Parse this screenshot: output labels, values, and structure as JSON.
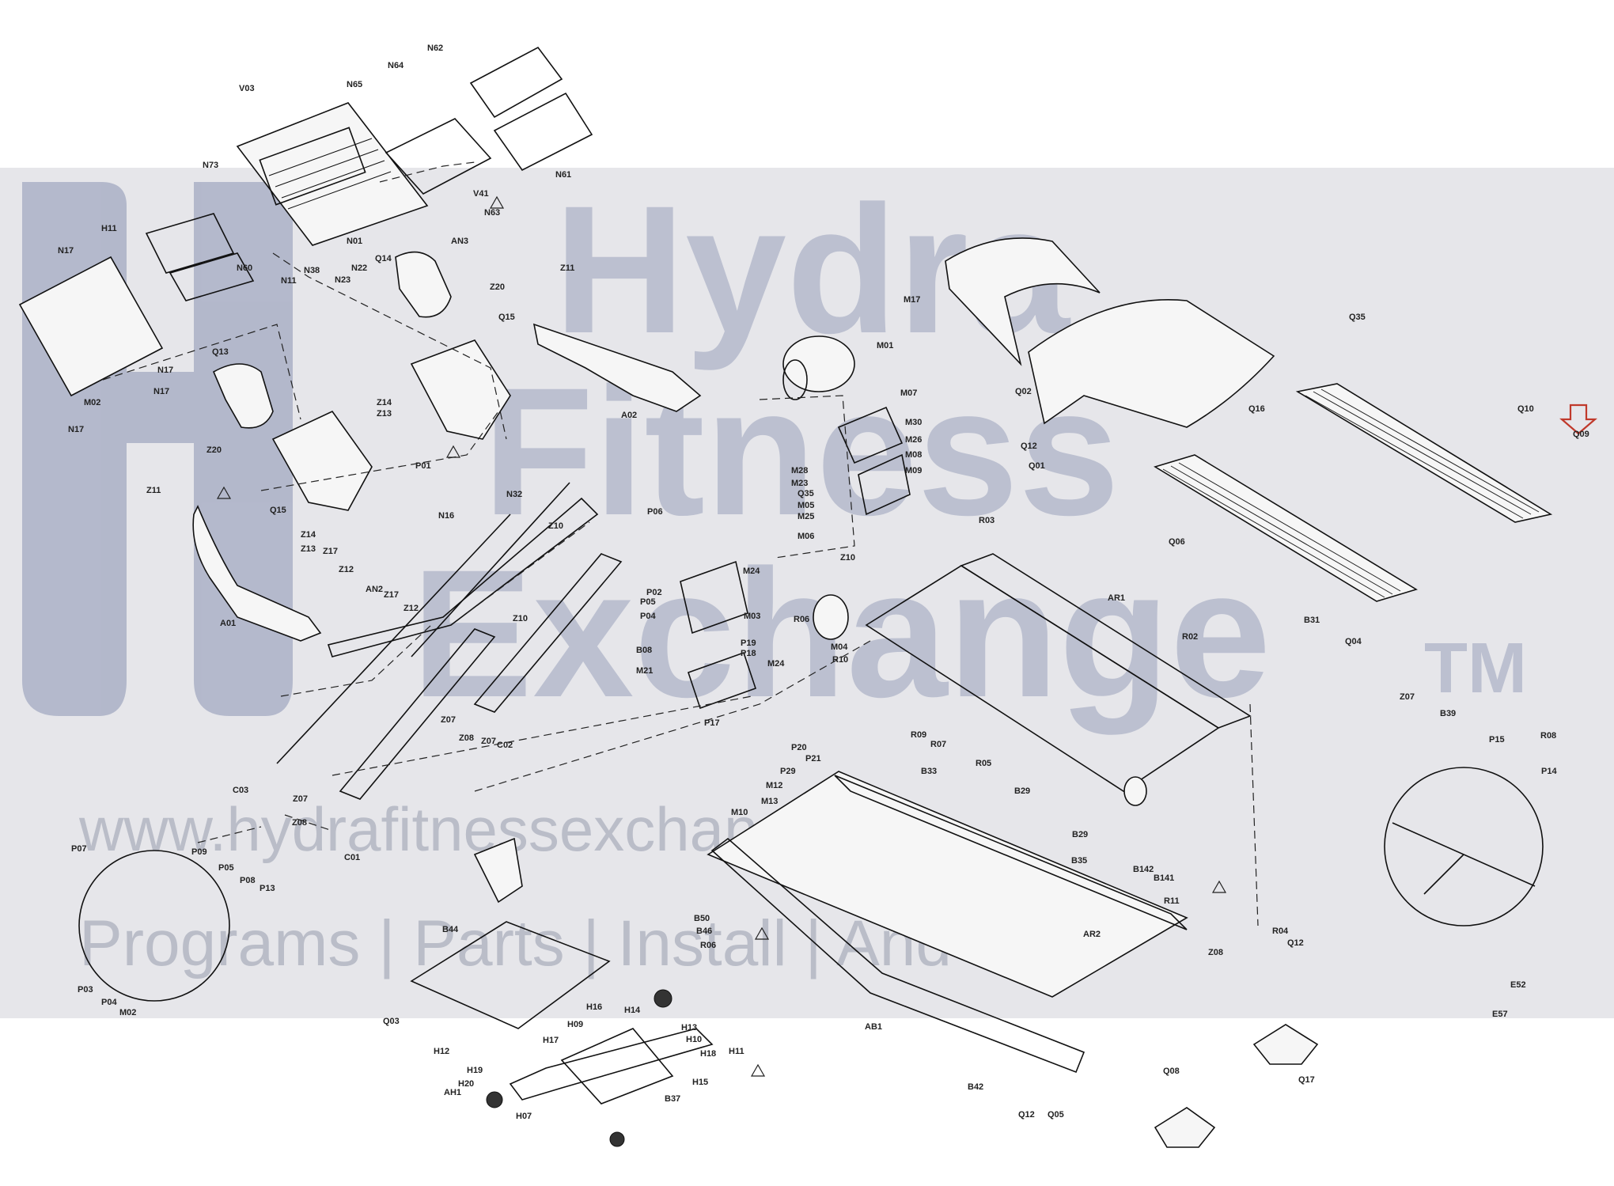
{
  "watermark": {
    "line1": "Hydra",
    "line2": "Fitness",
    "line3": "Exchange",
    "tm": "TM",
    "url": "www.hydrafitnessexchange.com",
    "tagline": "Programs | Parts | Install | And More"
  },
  "colors": {
    "band": "#e4e4e8",
    "watermark_text": "#8a94b2",
    "arrow": "#c0392b",
    "ink": "#111111"
  },
  "callouts": [
    "N62",
    "N64",
    "N65",
    "V03",
    "N61",
    "N73",
    "H11",
    "N63",
    "N17",
    "V41",
    "AN3",
    "N01",
    "N22",
    "N23",
    "N38",
    "N11",
    "N60",
    "Z11",
    "Z20",
    "M17",
    "Q02",
    "Q35",
    "Q14",
    "Q15",
    "M01",
    "Q10",
    "Q09",
    "Q13",
    "N17",
    "M02",
    "N17",
    "A02",
    "M07",
    "Q16",
    "Q12",
    "M30",
    "M26",
    "M08",
    "M09",
    "Q01",
    "M28",
    "M23",
    "N17",
    "Z14",
    "Z13",
    "P01",
    "Z20",
    "Z11",
    "Q15",
    "Z14",
    "Z13",
    "N32",
    "N16",
    "Z17",
    "Z12",
    "AN2",
    "Z17",
    "Z12",
    "A01",
    "Z10",
    "P06",
    "Z10",
    "M24",
    "P02",
    "P05",
    "P04",
    "M03",
    "Z10",
    "R06",
    "M04",
    "R10",
    "R03",
    "AR1",
    "R02",
    "B31",
    "Q04",
    "Q06",
    "Q35",
    "M05",
    "M25",
    "M06",
    "B08",
    "M21",
    "P19",
    "P18",
    "M24",
    "P17",
    "Z07",
    "Z08",
    "Z07",
    "C02",
    "C03",
    "Z07",
    "Z08",
    "C01",
    "P20",
    "P21",
    "P29",
    "M12",
    "M13",
    "M10",
    "R09",
    "R07",
    "B33",
    "R05",
    "B29",
    "B29",
    "B35",
    "AR2",
    "B142",
    "B141",
    "R11",
    "Z08",
    "Z07",
    "B39",
    "P15",
    "R08",
    "P14",
    "E52",
    "E57",
    "P07",
    "P09",
    "P05",
    "P08",
    "P13",
    "P03",
    "P04",
    "M02",
    "B44",
    "B50",
    "B46",
    "R06",
    "R04",
    "Q12",
    "Q03",
    "H12",
    "H16",
    "H14",
    "H09",
    "H13",
    "H10",
    "H17",
    "H11",
    "H15",
    "H18",
    "H19",
    "H20",
    "AH1",
    "H07",
    "B37",
    "AB1",
    "B42",
    "Q08",
    "Q17",
    "Q12",
    "Q05"
  ]
}
